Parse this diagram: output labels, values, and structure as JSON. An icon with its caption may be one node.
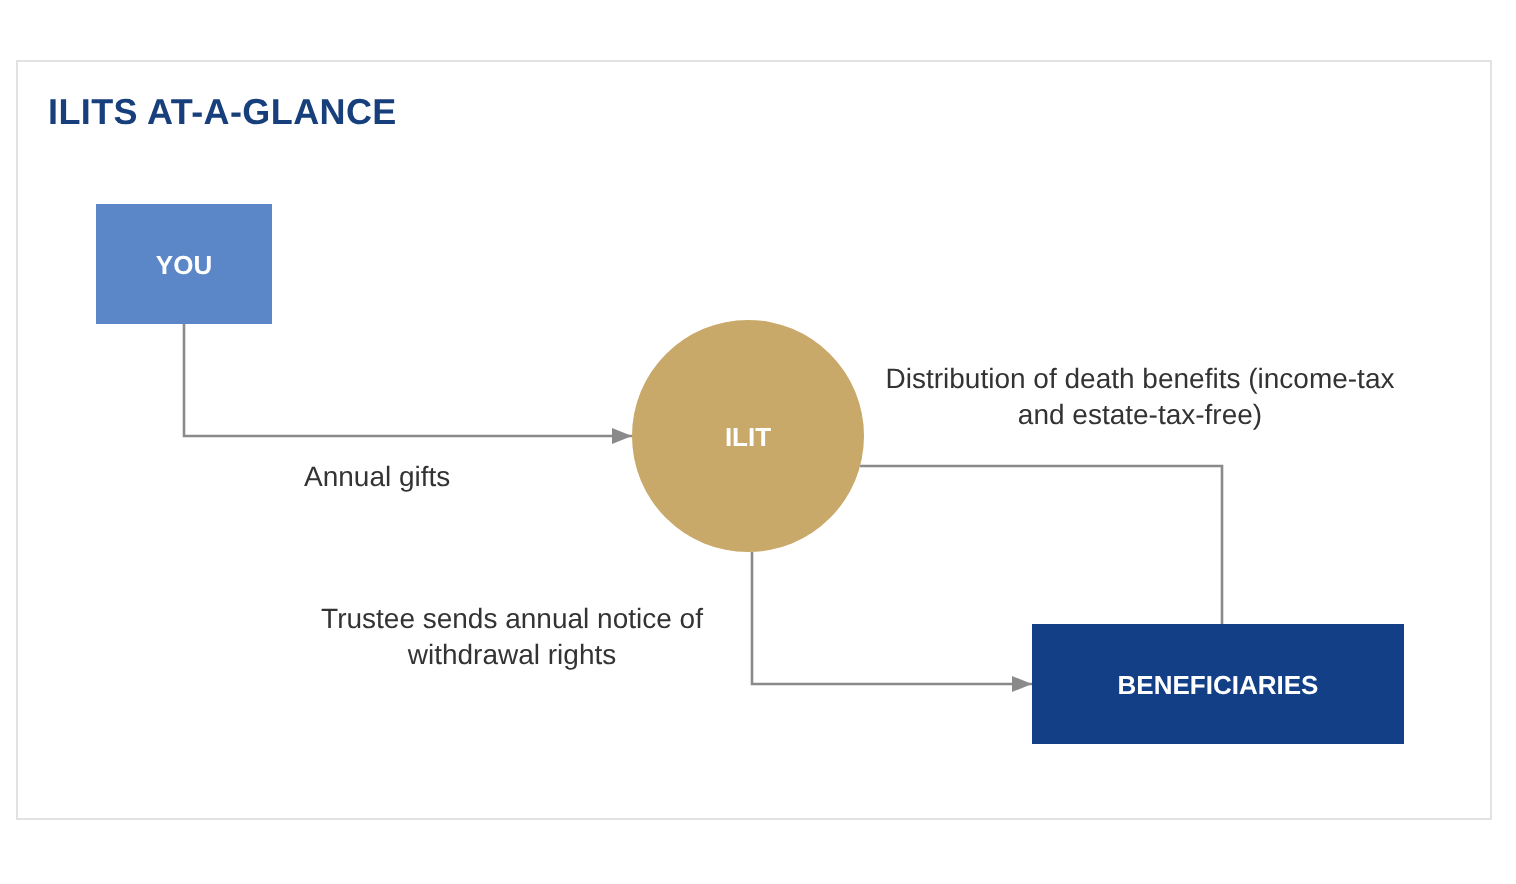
{
  "diagram": {
    "title": "ILITS AT-A-GLANCE",
    "nodes": [
      {
        "text": [
          "YOU"
        ]
      },
      {
        "text": [
          "ILIT"
        ]
      },
      {
        "text": [
          "BENEFICIARIES"
        ]
      }
    ],
    "edges": [
      {
        "from": 0,
        "to": 1,
        "arrow": "to",
        "label": "Annual gifts"
      },
      {
        "from": 1,
        "to": 2,
        "arrow": "to",
        "label": "Trustee sends annual notice of withdrawal rights"
      },
      {
        "from": 1,
        "to": 2,
        "arrow": "none",
        "label": "Distribution of death benefits (income-tax and estate-tax-free)"
      }
    ]
  }
}
